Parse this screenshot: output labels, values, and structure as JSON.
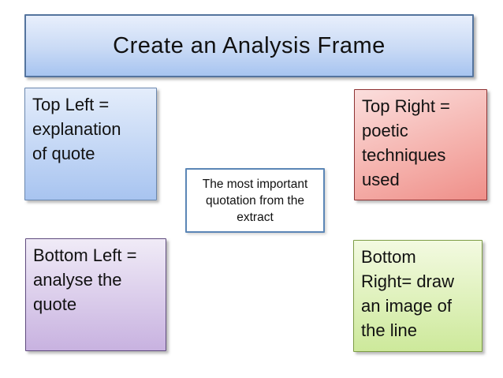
{
  "slide": {
    "background_color": "#ffffff",
    "text_color": "#111111",
    "title_box": {
      "text": "Create an Analysis Frame",
      "fill_top": "#e8effc",
      "fill_bottom": "#a7c4f0",
      "border_color": "#54749e"
    },
    "quadrants": {
      "top_left": {
        "text": "Top Left =\nexplanation\nof quote",
        "fill_top": "#e4edfb",
        "fill_bottom": "#a8c4f0",
        "border_color": "#6a87ae"
      },
      "top_right": {
        "text": "Top Right =\npoetic\ntechniques\nused",
        "fill_top": "#fbdedd",
        "fill_bottom": "#ef8f89",
        "border_color": "#8e3334"
      },
      "bottom_left": {
        "text": "Bottom Left =\nanalyse the\nquote",
        "fill_top": "#f0ebf7",
        "fill_bottom": "#c8b2e0",
        "border_color": "#5f4b7e"
      },
      "bottom_right": {
        "text": "Bottom\nRight= draw\nan image of\nthe line",
        "fill_top": "#f3fae1",
        "fill_bottom": "#cde99b",
        "border_color": "#7d9c45"
      }
    },
    "center_box": {
      "text": "The most important\nquotation from the\nextract",
      "fill": "#ffffff",
      "border_color": "#5b86b6"
    }
  }
}
